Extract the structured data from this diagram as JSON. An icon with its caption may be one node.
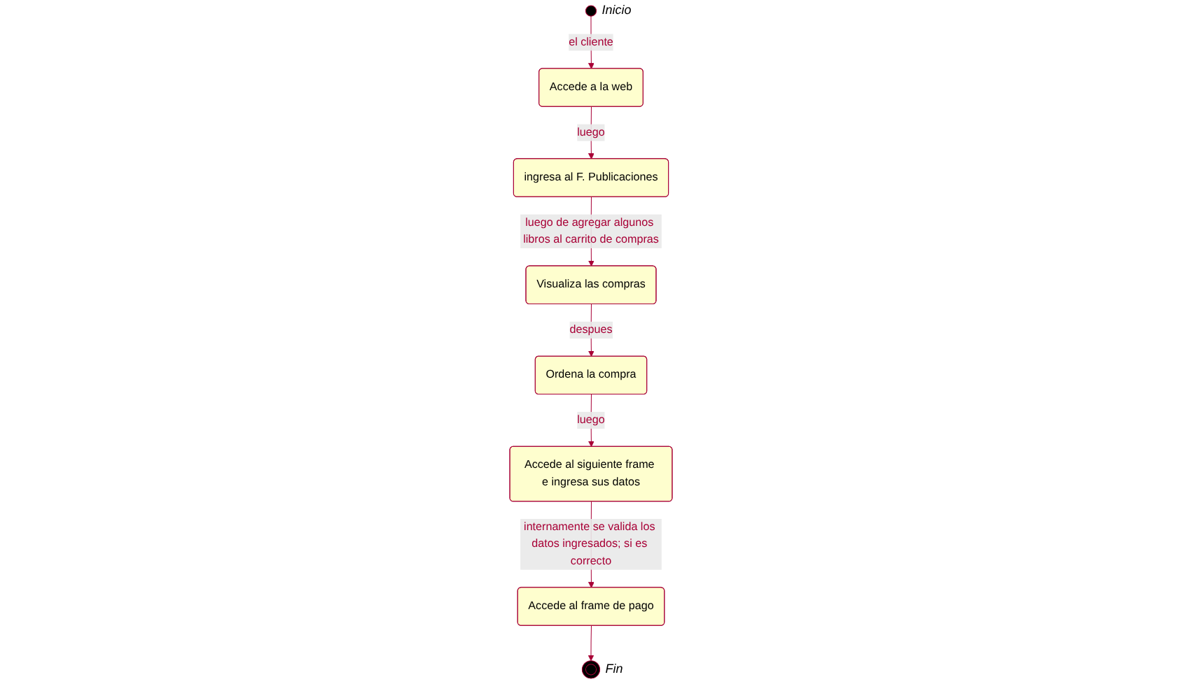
{
  "diagram": {
    "nodes": [
      {
        "text": [],
        "shape": "circle",
        "beside": [
          "Inicio"
        ]
      },
      {
        "text": [
          "Accede a la web"
        ]
      },
      {
        "text": [
          "ingresa al F. Publicaciones"
        ]
      },
      {
        "text": [
          "Visualiza las compras"
        ]
      },
      {
        "text": [
          "Ordena la compra"
        ]
      },
      {
        "text": [
          "Accede al siguiente frame e ingresa sus datos"
        ]
      },
      {
        "text": [
          "Accede al frame de pago"
        ]
      },
      {
        "text": [],
        "shape": "circle",
        "beside": [
          "Fin"
        ]
      }
    ],
    "edges": [
      {
        "from": 0,
        "to": 1,
        "arrow": "to",
        "label": "el cliente"
      },
      {
        "from": 1,
        "to": 2,
        "arrow": "to",
        "label": "luego"
      },
      {
        "from": 2,
        "to": 3,
        "arrow": "to",
        "label": "luego de agregar algunos libros al carrito de compras"
      },
      {
        "from": 3,
        "to": 4,
        "arrow": "to",
        "label": "despues"
      },
      {
        "from": 4,
        "to": 5,
        "arrow": "to",
        "label": "luego"
      },
      {
        "from": 5,
        "to": 6,
        "arrow": "to",
        "label": "internamente se valida los datos ingresados; si es correcto"
      },
      {
        "from": 6,
        "to": 7,
        "arrow": "to"
      }
    ]
  }
}
